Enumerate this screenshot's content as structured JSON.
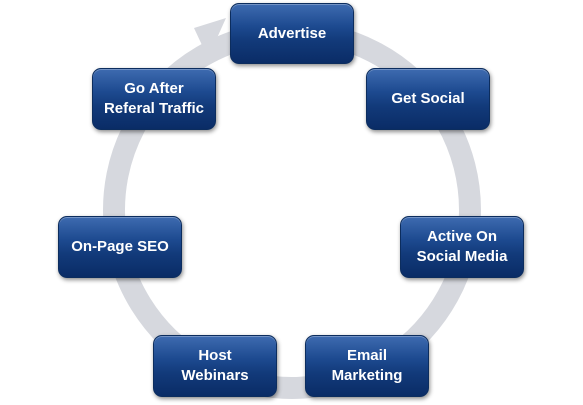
{
  "cycle": {
    "ring_color": "#d6d8de",
    "box_color_top": "#3e6bb0",
    "box_color_bottom": "#0a2c66",
    "text_color": "#ffffff",
    "steps": [
      {
        "id": "advertise",
        "lines": [
          "Advertise"
        ]
      },
      {
        "id": "get-social",
        "lines": [
          "Get Social"
        ]
      },
      {
        "id": "active-on-social-media",
        "lines": [
          "Active On",
          "Social Media"
        ]
      },
      {
        "id": "email-marketing",
        "lines": [
          "Email",
          "Marketing"
        ]
      },
      {
        "id": "host-webinars",
        "lines": [
          "Host",
          "Webinars"
        ]
      },
      {
        "id": "on-page-seo",
        "lines": [
          "On-Page SEO"
        ]
      },
      {
        "id": "go-after-referal-traffic",
        "lines": [
          "Go After",
          "Referal Traffic"
        ]
      }
    ]
  }
}
